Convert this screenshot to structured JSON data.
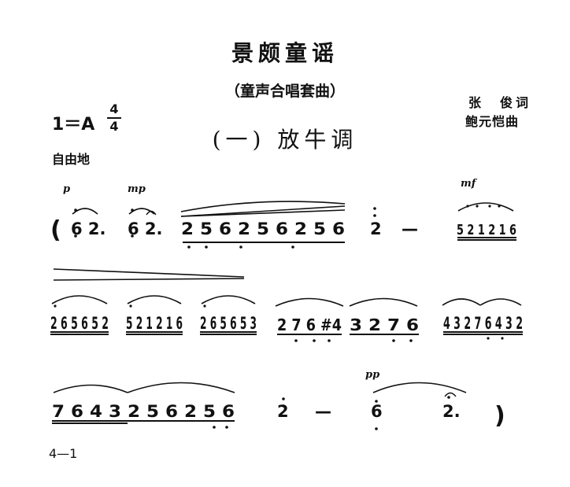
{
  "title": "景颇童谣",
  "subtitle": "（童声合唱套曲）",
  "credits": {
    "lyricist": "张　俊词",
    "composer": "鲍元恺曲"
  },
  "key_signature": "1＝A",
  "time_signature": {
    "top": "4",
    "bottom": "4"
  },
  "section_title": "(一) 放牛调",
  "tempo_marking": "自由地",
  "page_number": "4—1",
  "dynamics": [
    "p",
    "mp",
    "mf",
    "pp"
  ],
  "score": {
    "line1": [
      "(",
      "6 2.",
      "6 2.",
      "2 5 6 2 5 6 2 5 6",
      "2",
      "—",
      "5 2 1 2 1 6"
    ],
    "line2": [
      "2 6 5 6 5 2",
      "5 2 1 2 1 6",
      "2 6 5 6 5 3",
      "2 7 6 #4",
      "3 2 7 6",
      "4 3 2 7 6 4 3 2"
    ],
    "line3": [
      "7 6 4 3 2 5 6 2 5 6",
      "2",
      "—",
      "6",
      "2.",
      ")"
    ]
  }
}
